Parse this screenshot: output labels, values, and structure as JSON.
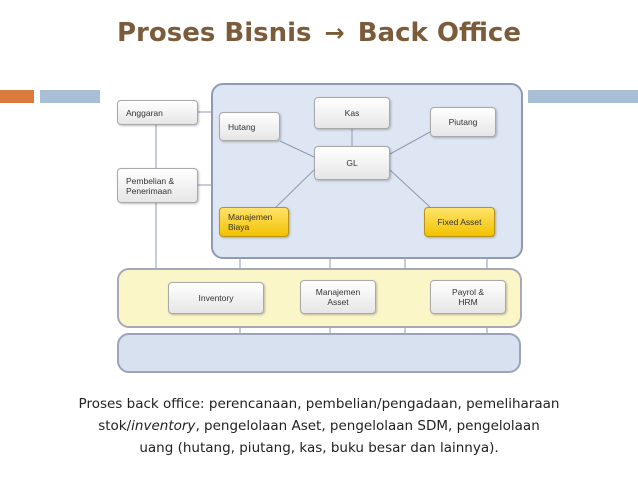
{
  "title": {
    "left": "Proses Bisnis",
    "arrow": "→",
    "right": "Back Office"
  },
  "nodes": {
    "anggaran": "Anggaran",
    "pembelian_1": "Pembelian &",
    "pembelian_2": "Penerimaan",
    "hutang": "Hutang",
    "kas": "Kas",
    "piutang": "Piutang",
    "gl": "GL",
    "manajemen_biaya_1": "Manajemen",
    "manajemen_biaya_2": "Biaya",
    "fixed_asset": "Fixed Asset",
    "inventory": "Inventory",
    "manajemen_asset_1": "Manajemen",
    "manajemen_asset_2": "Asset",
    "payrol_1": "Payrol &",
    "payrol_2": "HRM"
  },
  "caption": {
    "line1": "Proses back office: perencanaan, pembelian/pengadaan, pemeliharaan",
    "line2_a": "stok/",
    "line2_b": "inventory",
    "line2_c": ", pengelolaan Aset, pengelolaan SDM, pengelolaan",
    "line3": "uang (hutang, piutang, kas, buku besar dan lainnya)."
  },
  "colors": {
    "title": "#7b5b3a",
    "accent_orange": "#d97b3f",
    "accent_blue": "#a8bfd6",
    "highlight": "#f2c200"
  }
}
